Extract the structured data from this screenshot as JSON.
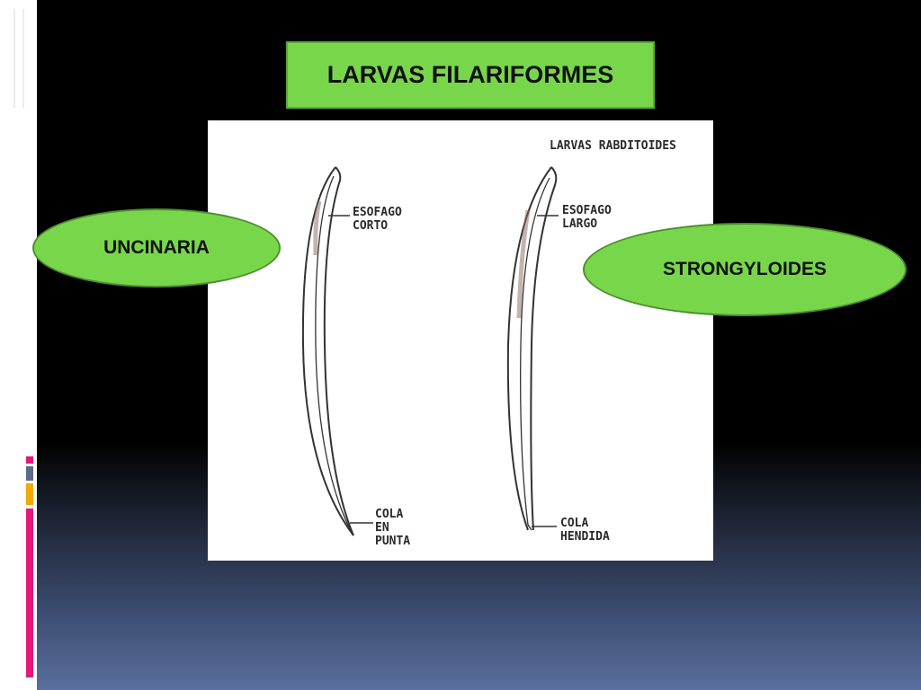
{
  "slide": {
    "title": "LARVAS FILARIFORMES",
    "left_label": "UNCINARIA",
    "right_label": "STRONGYLOIDES"
  },
  "figure": {
    "caption": "LARVAS RABDITOIDES",
    "left_larva": {
      "esophagus_line1": "ESOFAGO",
      "esophagus_line2": "CORTO",
      "tail_line1": "COLA",
      "tail_line2": "EN",
      "tail_line3": "PUNTA"
    },
    "right_larva": {
      "esophagus_line1": "ESOFAGO",
      "esophagus_line2": "LARGO",
      "tail_line1": "COLA",
      "tail_line2": "HENDIDA"
    }
  },
  "colors": {
    "label_green": "#78d64b",
    "accent_pink": "#e5177b",
    "accent_gold": "#f2a900",
    "accent_slate": "#5b6b8a"
  }
}
